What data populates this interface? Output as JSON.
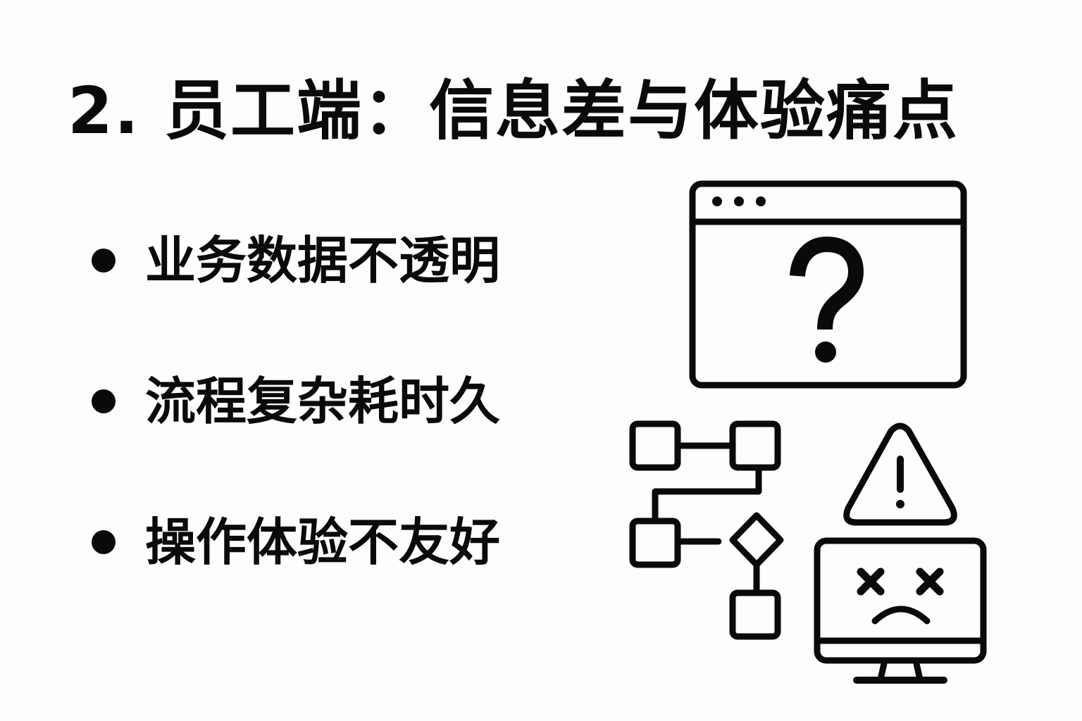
{
  "slide": {
    "title": "2. 员工端：信息差与体验痛点",
    "bullets": [
      {
        "label": "业务数据不透明"
      },
      {
        "label": "流程复杂耗时久"
      },
      {
        "label": "操作体验不友好"
      }
    ]
  },
  "illustrations": {
    "browser_window": {
      "icon": "browser-question-icon",
      "glyph": "?"
    },
    "flowchart": {
      "icon": "flowchart-icon"
    },
    "warning": {
      "icon": "warning-triangle-icon",
      "glyph": "!"
    },
    "monitor": {
      "icon": "sad-monitor-icon"
    }
  },
  "colors": {
    "background": "#fdfdfd",
    "foreground": "#0a0a0a"
  }
}
